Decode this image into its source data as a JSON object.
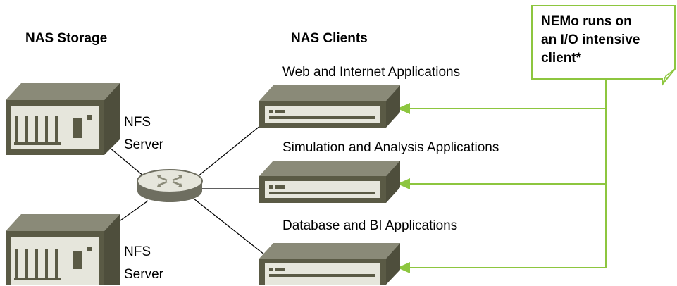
{
  "headers": {
    "storage": "NAS Storage",
    "clients": "NAS Clients"
  },
  "servers": [
    {
      "label_line1": "NFS",
      "label_line2": "Server"
    },
    {
      "label_line1": "NFS",
      "label_line2": "Server"
    }
  ],
  "applications": [
    "Web and Internet Applications",
    "Simulation and Analysis Applications",
    "Database and BI Applications"
  ],
  "callout": {
    "line1": "NEMo runs on",
    "line2": "an I/O intensive",
    "line3": "client*"
  },
  "colors": {
    "accent_green": "#8dc63f",
    "device_dark": "#5a5a45",
    "device_top": "#8a8a78",
    "device_face": "#e6e6dc",
    "connector": "#000000"
  },
  "icons": {
    "storage": "nas-storage-server-icon",
    "router": "network-router-icon",
    "client": "rack-client-server-icon"
  }
}
